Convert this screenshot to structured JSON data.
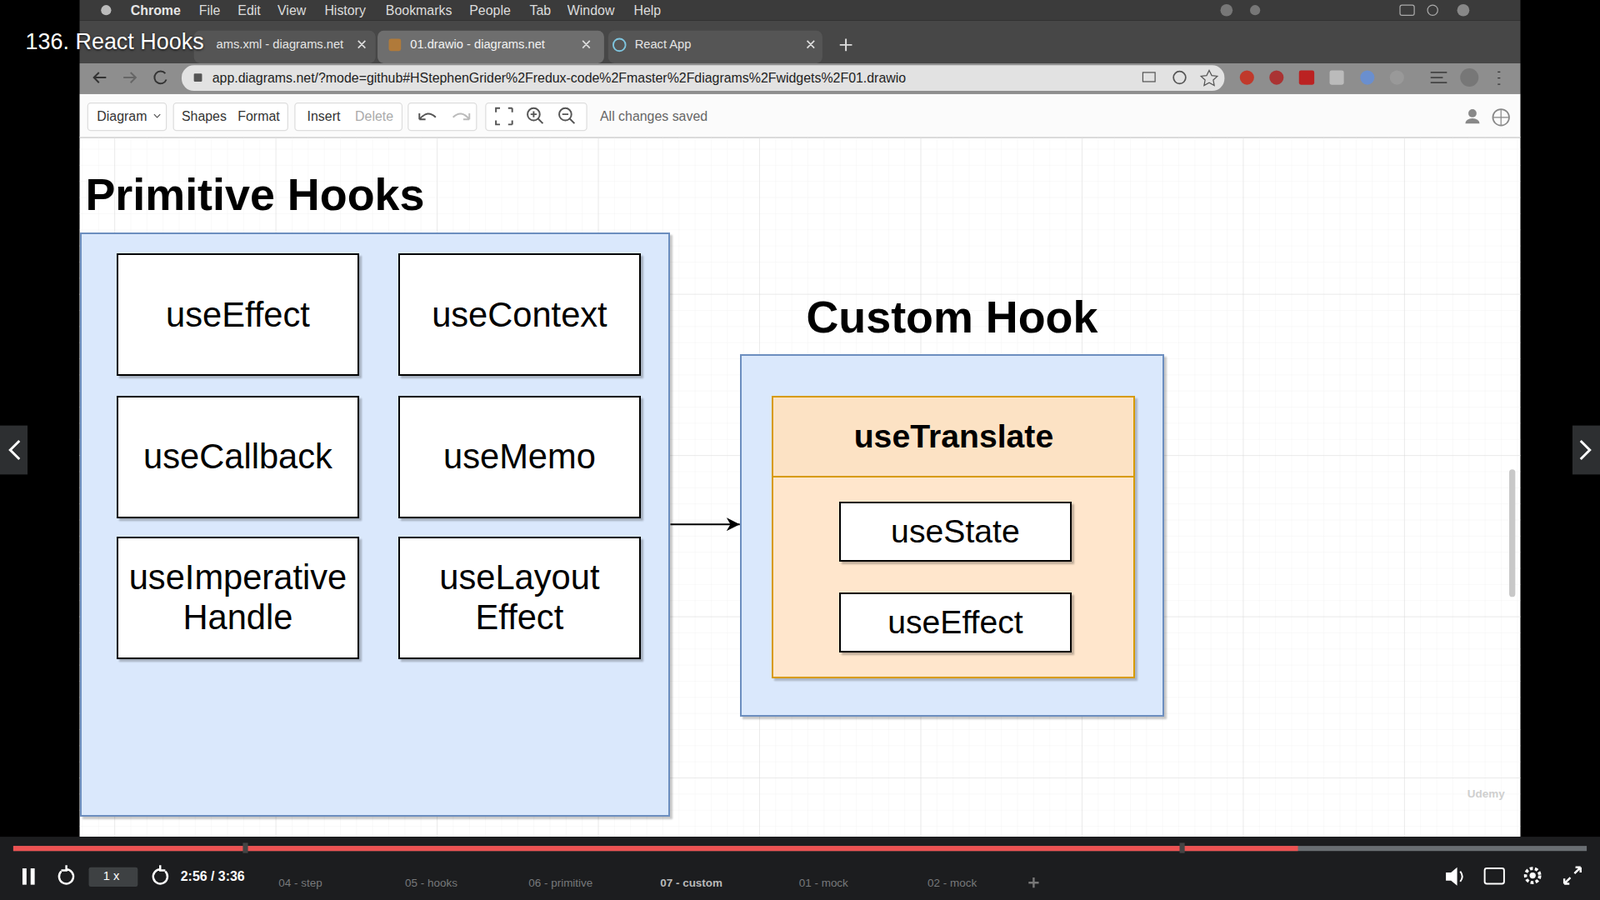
{
  "diagram": {
    "title": "136. React Hooks",
    "nodes": [
      {
        "text": [
          "Primitive Hooks"
        ]
      },
      {
        "text": [
          "useEffect"
        ],
        "in": 0
      },
      {
        "text": [
          "useContext"
        ],
        "in": 0
      },
      {
        "text": [
          "useCallback"
        ],
        "in": 0
      },
      {
        "text": [
          "useMemo"
        ],
        "in": 0
      },
      {
        "text": [
          "useImperative Handle"
        ],
        "in": 0
      },
      {
        "text": [
          "useLayout Effect"
        ],
        "in": 0
      },
      {
        "text": [
          "Custom Hook"
        ]
      },
      {
        "text": [
          "useTranslate"
        ],
        "in": 7
      },
      {
        "text": [
          "useState"
        ],
        "in": 8
      },
      {
        "text": [
          "useEffect"
        ],
        "in": 8
      }
    ],
    "edges": [
      {
        "from": 0,
        "to": 7,
        "arrow": "to"
      }
    ],
    "labels": [
      "Chrome",
      "File",
      "Edit",
      "View",
      "History",
      "Bookmarks",
      "People",
      "Tab",
      "Window",
      "Help",
      "ams.xml - diagrams.net",
      "01.drawio - diagrams.net",
      "React App",
      "app.diagrams.net/?mode=github#HStephenGrider%2Fredux-code%2Fmaster%2Fdiagrams%2Fwidgets%2F01.drawio",
      "Diagram",
      "Shapes",
      "Format",
      "Insert",
      "Delete",
      "All changes saved",
      "Udemy",
      "1 x",
      "2:56 / 3:36",
      "04 - step",
      "05 - hooks",
      "06 - primitive",
      "07 - custom",
      "01 - mock",
      "02 - mock"
    ]
  }
}
